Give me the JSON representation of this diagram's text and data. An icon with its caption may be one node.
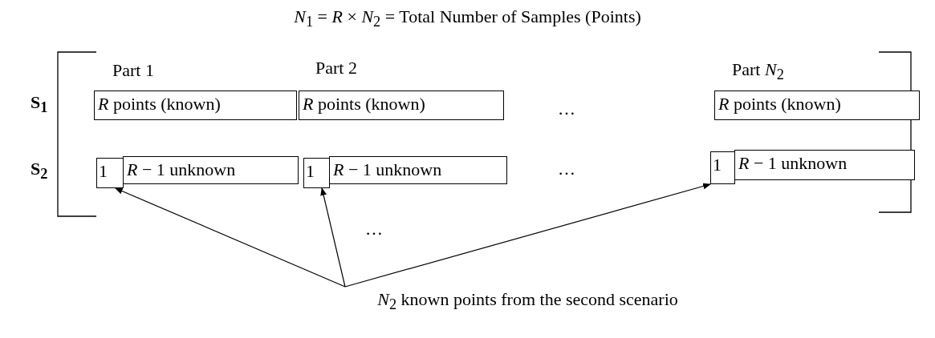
{
  "diagram": {
    "title": "*N*$_{1}$ = *R* × *N*$_{2}$ = Total Number of Samples (Points)",
    "nodes": [
      {
        "text": [
          "*R* points (known)"
        ]
      },
      {
        "text": [
          "*R* points (known)"
        ]
      },
      {
        "text": [
          "*R* points (known)"
        ]
      },
      {
        "text": [
          "1"
        ]
      },
      {
        "text": [
          "*R* − 1 unknown"
        ]
      },
      {
        "text": [
          "1"
        ]
      },
      {
        "text": [
          "*R* − 1 unknown"
        ]
      },
      {
        "text": [
          "1"
        ]
      },
      {
        "text": [
          "*R* − 1 unknown"
        ]
      },
      {
        "text": [
          "*N*$_{2}$ known points from the second scenario"
        ]
      }
    ],
    "edges": [
      {
        "from": 9,
        "to": 3,
        "arrow": "to"
      },
      {
        "from": 9,
        "to": 5,
        "arrow": "to"
      },
      {
        "from": 9,
        "to": 7,
        "arrow": "to"
      }
    ],
    "labels": [
      "Part 1",
      "Part 2",
      "Part *N*$_{2}$",
      "**S$_{1}$**",
      "**S$_{2}$**",
      "…",
      "…",
      "…"
    ]
  }
}
